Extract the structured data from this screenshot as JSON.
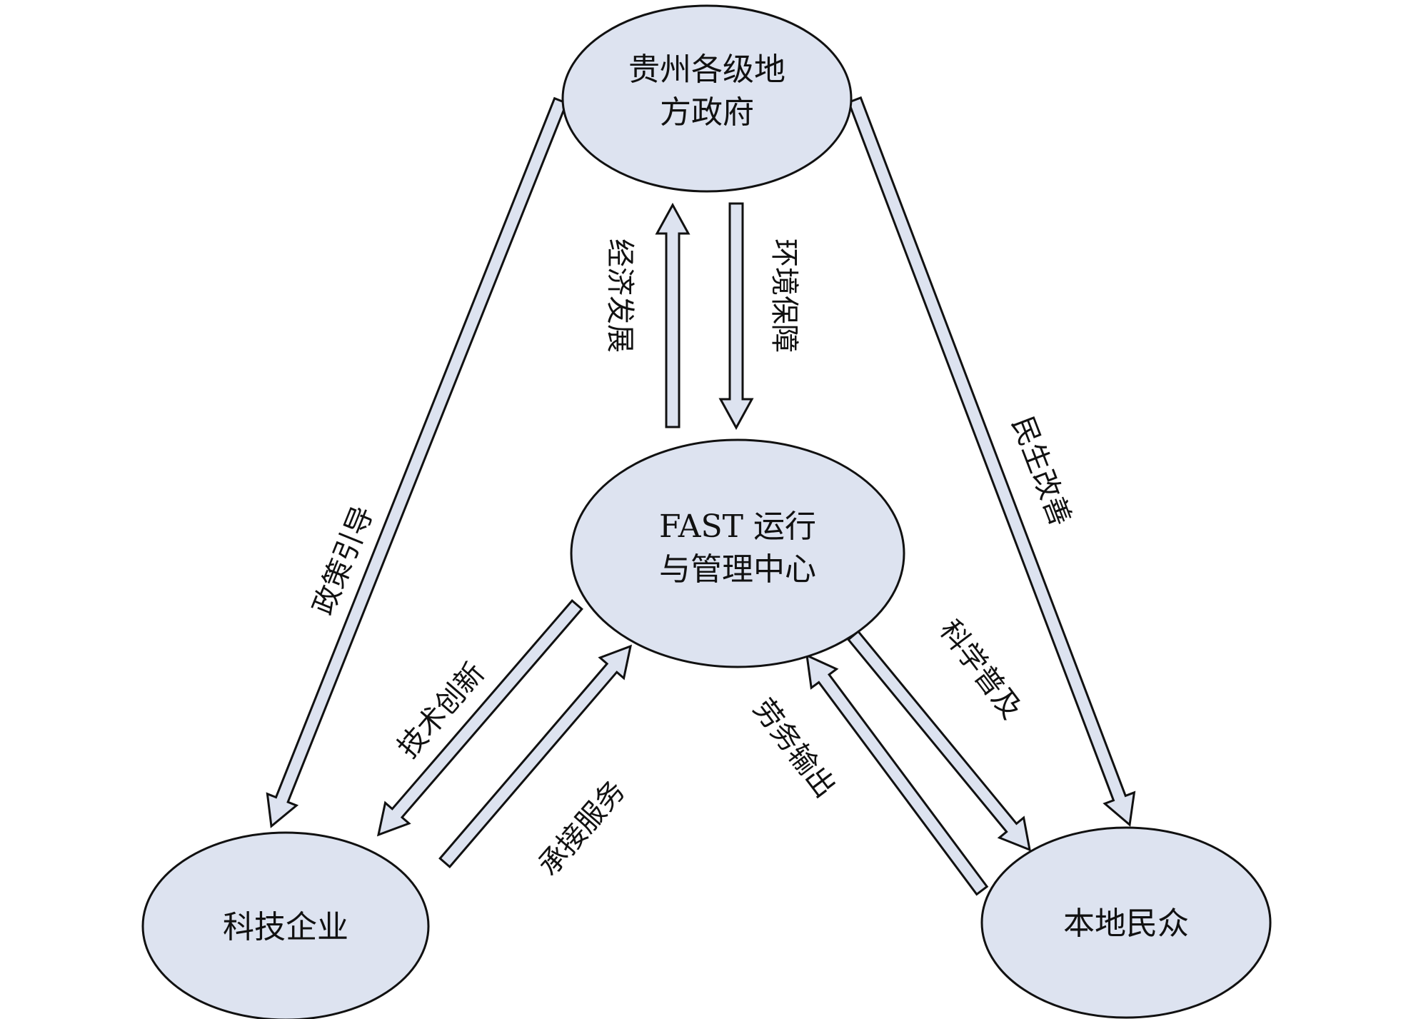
{
  "colors": {
    "node_fill": "#dde3f0",
    "stroke": "#111111",
    "arrow_fill": "#dde3f0",
    "text": "#111111"
  },
  "nodes": {
    "government": {
      "line1": "贵州各级地",
      "line2": "方政府"
    },
    "fast_center": {
      "line1": "FAST 运行",
      "line2": "与管理中心"
    },
    "tech_enterprises": {
      "line1": "科技企业"
    },
    "local_residents": {
      "line1": "本地民众"
    }
  },
  "edges": {
    "economic_development": "经济发展",
    "environment_guarantee": "环境保障",
    "policy_guidance": "政策引导",
    "livelihood_improvement": "民生改善",
    "technology_innovation": "技术创新",
    "undertaking_services": "承接服务",
    "labor_export": "劳务输出",
    "science_popularization": "科学普及"
  }
}
